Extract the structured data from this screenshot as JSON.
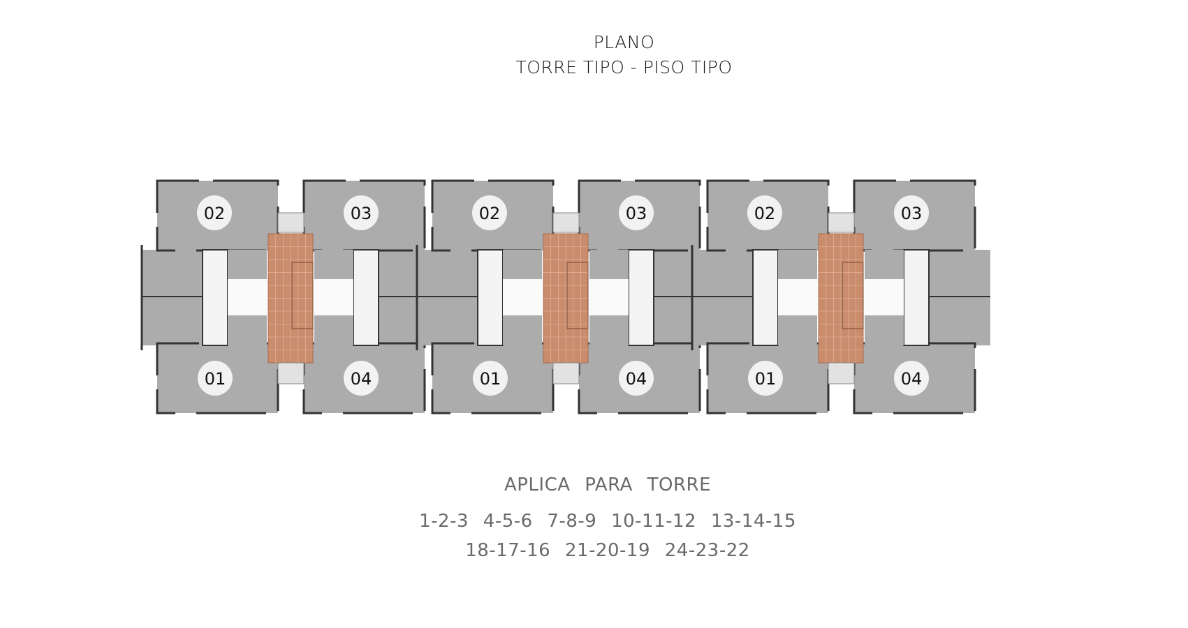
{
  "header": {
    "line1": "PLANO",
    "line2": "TORRE TIPO  - PISO TIPO"
  },
  "plan": {
    "towers": [
      {
        "units": [
          "02",
          "03",
          "01",
          "04"
        ]
      },
      {
        "units": [
          "02",
          "03",
          "01",
          "04"
        ]
      },
      {
        "units": [
          "02",
          "03",
          "01",
          "04"
        ]
      }
    ],
    "colors": {
      "floor": "#acacac",
      "wall": "#333333",
      "stair": "#c98c6c",
      "wet": "#f4f4f4",
      "label_bg": "#f2f2f2"
    }
  },
  "footer": {
    "heading": "APLICA PARA TORRE",
    "row1": "1-2-3   4-5-6   7-8-9   10-11-12   13-14-15",
    "row2": "18-17-16   21-20-19   24-23-22"
  }
}
